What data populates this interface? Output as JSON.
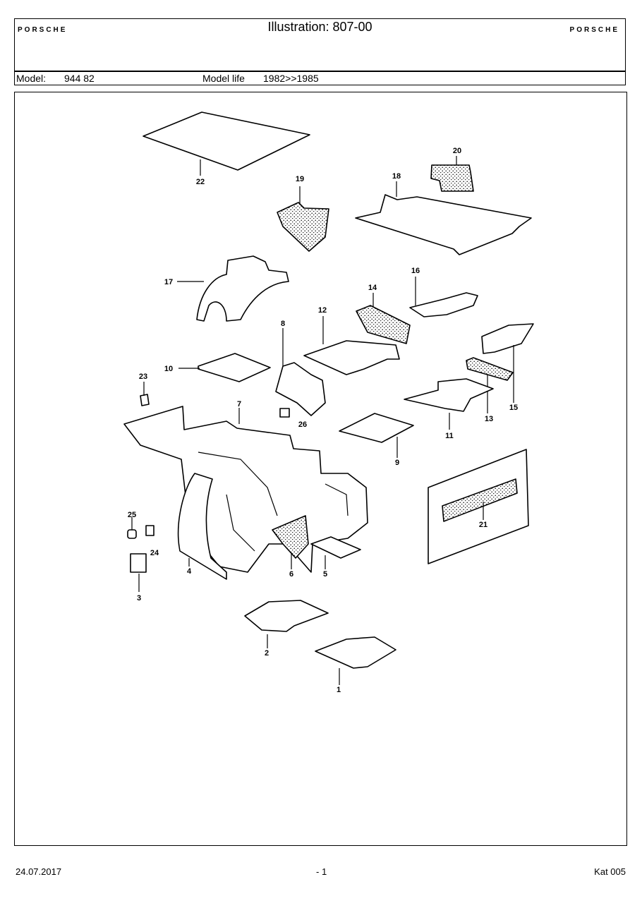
{
  "header": {
    "brand_left": "PORSCHE",
    "brand_right": "PORSCHE",
    "title": "Illustration: 807-00",
    "model_label": "Model:",
    "model_value": "944 82",
    "model_life_label": "Model life",
    "model_life_value": "1982>>1985"
  },
  "callouts": [
    "1",
    "2",
    "3",
    "4",
    "5",
    "6",
    "7",
    "8",
    "9",
    "10",
    "11",
    "12",
    "13",
    "14",
    "15",
    "16",
    "17",
    "18",
    "19",
    "20",
    "21",
    "22",
    "23",
    "24",
    "25",
    "26"
  ],
  "footer": {
    "date": "24.07.2017",
    "page": "- 1",
    "catalog": "Kat 005"
  }
}
